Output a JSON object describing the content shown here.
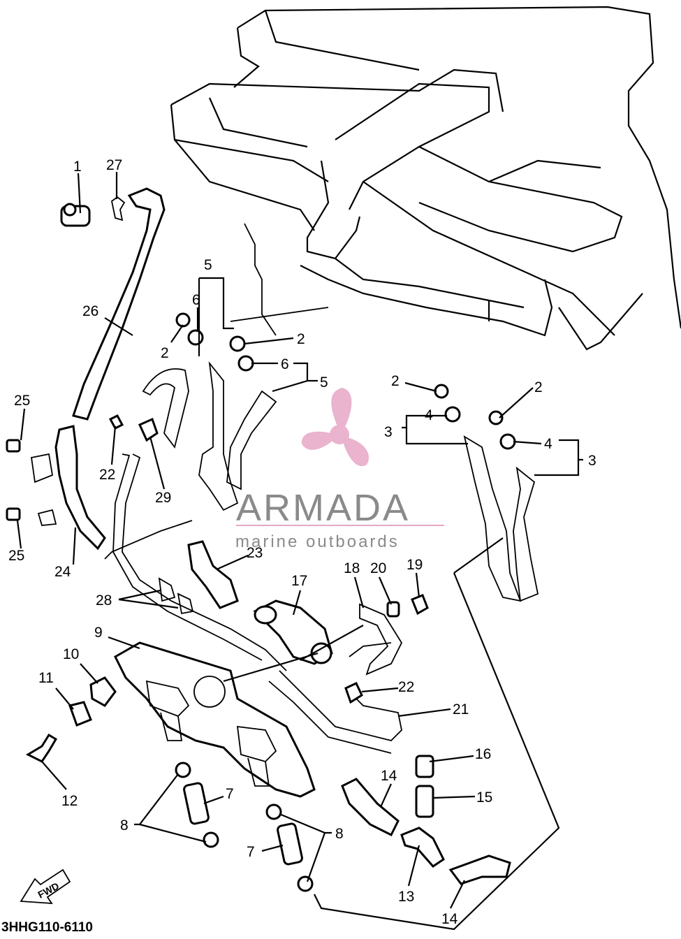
{
  "diagram": {
    "code": "3HHG110-6110",
    "front_arrow_label": "FWD",
    "callouts": [
      "1",
      "27",
      "26",
      "25",
      "25",
      "24",
      "22",
      "29",
      "2",
      "6",
      "5",
      "2",
      "6",
      "5",
      "2",
      "4",
      "3",
      "2",
      "4",
      "3",
      "23",
      "28",
      "17",
      "18",
      "20",
      "19",
      "22",
      "21",
      "9",
      "10",
      "11",
      "12",
      "16",
      "14",
      "15",
      "8",
      "7",
      "7",
      "8",
      "13",
      "14"
    ]
  },
  "watermark": {
    "brand": "ARMADA",
    "tagline": "marine outboards",
    "logo_color": "#e7a6c6"
  }
}
